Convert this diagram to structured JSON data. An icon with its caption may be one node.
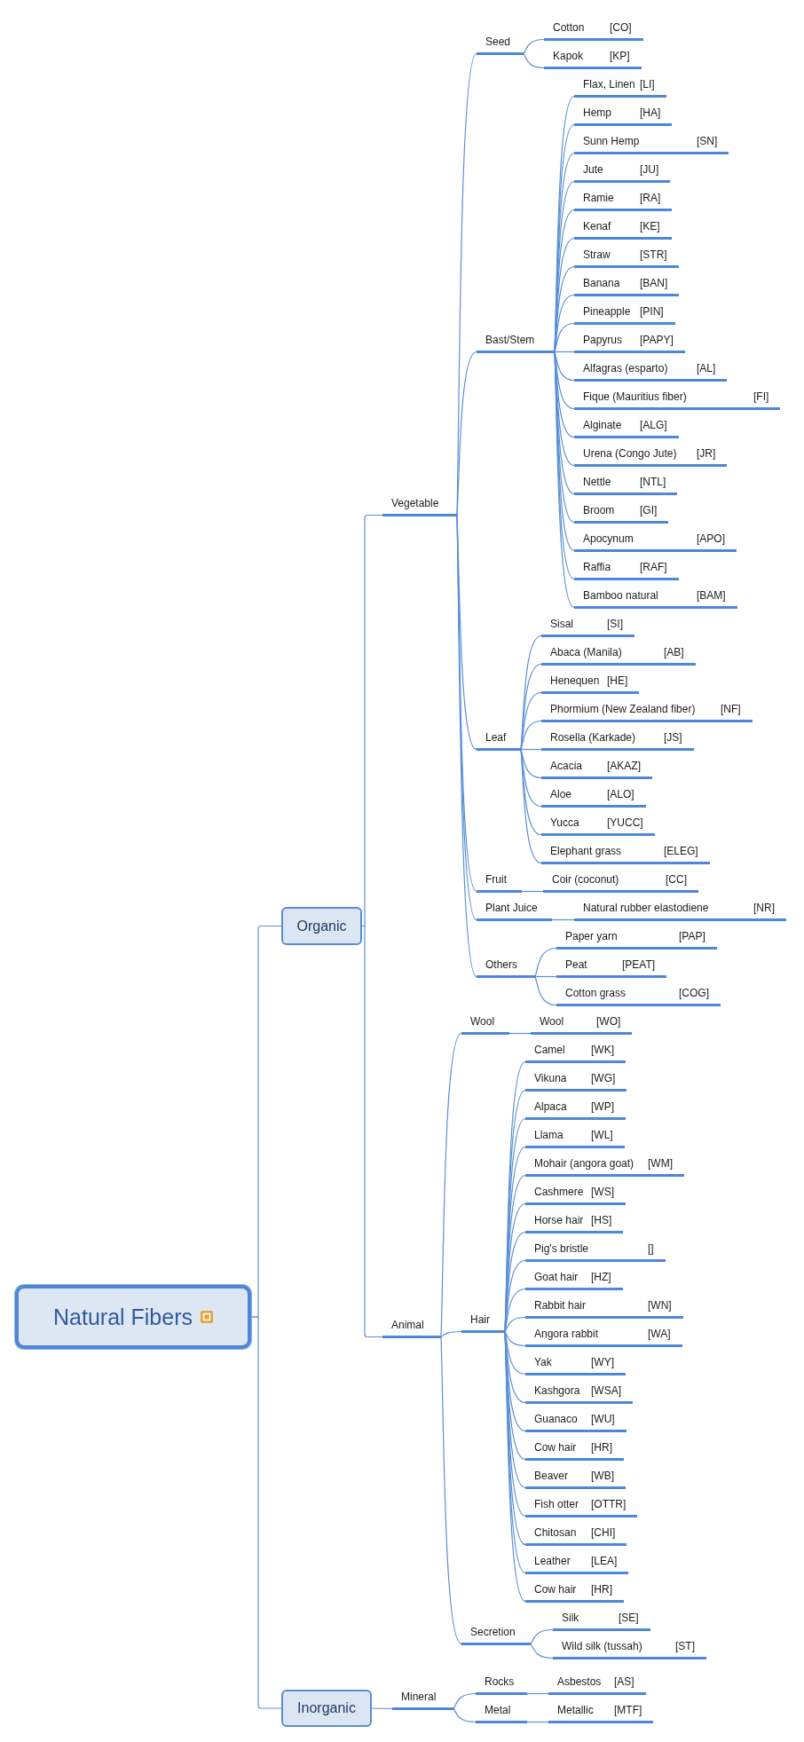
{
  "diagram": {
    "nodes": [
      {
        "text": [
          "Natural Fibers"
        ]
      },
      {
        "text": [
          "Organic"
        ]
      },
      {
        "text": [
          "Vegetable"
        ]
      },
      {
        "text": [
          "Seed"
        ]
      },
      {
        "text": [
          "Cotton",
          "[CO]"
        ]
      },
      {
        "text": [
          "Kapok",
          "[KP]"
        ]
      },
      {
        "text": [
          "Bast/Stem"
        ]
      },
      {
        "text": [
          "Flax, Linen",
          "[LI]"
        ]
      },
      {
        "text": [
          "Hemp",
          "[HA]"
        ]
      },
      {
        "text": [
          "Sunn Hemp",
          "[SN]"
        ]
      },
      {
        "text": [
          "Jute",
          "[JU]"
        ]
      },
      {
        "text": [
          "Ramie",
          "[RA]"
        ]
      },
      {
        "text": [
          "Kenaf",
          "[KE]"
        ]
      },
      {
        "text": [
          "Straw",
          "[STR]"
        ]
      },
      {
        "text": [
          "Banana",
          "[BAN]"
        ]
      },
      {
        "text": [
          "Pineapple",
          "[PIN]"
        ]
      },
      {
        "text": [
          "Papyrus",
          "[PAPY]"
        ]
      },
      {
        "text": [
          "Alfagras (esparto)",
          "[AL]"
        ]
      },
      {
        "text": [
          "Fique (Mauritius fiber)",
          "[FI]"
        ]
      },
      {
        "text": [
          "Alginate",
          "[ALG]"
        ]
      },
      {
        "text": [
          "Urena (Congo Jute)",
          "[JR]"
        ]
      },
      {
        "text": [
          "Nettle",
          "[NTL]"
        ]
      },
      {
        "text": [
          "Broom",
          "[GI]"
        ]
      },
      {
        "text": [
          "Apocynum",
          "[APO]"
        ]
      },
      {
        "text": [
          "Raffia",
          "[RAF]"
        ]
      },
      {
        "text": [
          "Bamboo natural",
          "[BAM]"
        ]
      },
      {
        "text": [
          "Leaf"
        ]
      },
      {
        "text": [
          "Sisal",
          "[SI]"
        ]
      },
      {
        "text": [
          "Abaca (Manila)",
          "[AB]"
        ]
      },
      {
        "text": [
          "Henequen",
          "[HE]"
        ]
      },
      {
        "text": [
          "Phormium (New Zealand fiber)",
          "[NF]"
        ]
      },
      {
        "text": [
          "Rosella (Karkade)",
          "[JS]"
        ]
      },
      {
        "text": [
          "Acacia",
          "[AKAZ]"
        ]
      },
      {
        "text": [
          "Aloe",
          "[ALO]"
        ]
      },
      {
        "text": [
          "Yucca",
          "[YUCC]"
        ]
      },
      {
        "text": [
          "Elephant grass",
          "[ELEG]"
        ]
      },
      {
        "text": [
          "Fruit"
        ]
      },
      {
        "text": [
          "Coir (coconut)",
          "[CC]"
        ]
      },
      {
        "text": [
          "Plant Juice"
        ]
      },
      {
        "text": [
          "Natural rubber elastodiene",
          "[NR]"
        ]
      },
      {
        "text": [
          "Others"
        ]
      },
      {
        "text": [
          "Paper yarn",
          "[PAP]"
        ]
      },
      {
        "text": [
          "Peat",
          "[PEAT]"
        ]
      },
      {
        "text": [
          "Cotton grass",
          "[COG]"
        ]
      },
      {
        "text": [
          "Animal"
        ]
      },
      {
        "text": [
          "Wool"
        ]
      },
      {
        "text": [
          "Wool",
          "[WO]"
        ]
      },
      {
        "text": [
          "Hair"
        ]
      },
      {
        "text": [
          "Camel",
          "[WK]"
        ]
      },
      {
        "text": [
          "Vikuna",
          "[WG]"
        ]
      },
      {
        "text": [
          "Alpaca",
          "[WP]"
        ]
      },
      {
        "text": [
          "Llama",
          "[WL]"
        ]
      },
      {
        "text": [
          "Mohair (angora goat)",
          "[WM]"
        ]
      },
      {
        "text": [
          "Cashmere",
          "[WS]"
        ]
      },
      {
        "text": [
          "Horse hair",
          "[HS]"
        ]
      },
      {
        "text": [
          "Pig's bristle",
          "[]"
        ]
      },
      {
        "text": [
          "Goat hair",
          "[HZ]"
        ]
      },
      {
        "text": [
          "Rabbit hair",
          "[WN]"
        ]
      },
      {
        "text": [
          "Angora rabbit",
          "[WA]"
        ]
      },
      {
        "text": [
          "Yak",
          "[WY]"
        ]
      },
      {
        "text": [
          "Kashgora",
          "[WSA]"
        ]
      },
      {
        "text": [
          "Guanaco",
          "[WU]"
        ]
      },
      {
        "text": [
          "Cow hair",
          "[HR]"
        ]
      },
      {
        "text": [
          "Beaver",
          "[WB]"
        ]
      },
      {
        "text": [
          "Fish otter",
          "[OTTR]"
        ]
      },
      {
        "text": [
          "Chitosan",
          "[CHI]"
        ]
      },
      {
        "text": [
          "Leather",
          "[LEA]"
        ]
      },
      {
        "text": [
          "Cow hair",
          "[HR]"
        ]
      },
      {
        "text": [
          "Secretion"
        ]
      },
      {
        "text": [
          "Silk",
          "[SE]"
        ]
      },
      {
        "text": [
          "Wild silk (tussah)",
          "[ST]"
        ]
      },
      {
        "text": [
          "Inorganic"
        ]
      },
      {
        "text": [
          "Mineral"
        ]
      },
      {
        "text": [
          "Rocks"
        ]
      },
      {
        "text": [
          "Asbestos",
          "[AS]"
        ]
      },
      {
        "text": [
          "Metal"
        ]
      },
      {
        "text": [
          "Metallic",
          "[MTF]"
        ]
      }
    ],
    "edges": [
      {
        "from": 0,
        "to": 1,
        "arrow": "none"
      },
      {
        "from": 1,
        "to": 2,
        "arrow": "none"
      },
      {
        "from": 2,
        "to": 3,
        "arrow": "none"
      },
      {
        "from": 3,
        "to": 4,
        "arrow": "none"
      },
      {
        "from": 3,
        "to": 5,
        "arrow": "none"
      },
      {
        "from": 2,
        "to": 6,
        "arrow": "none"
      },
      {
        "from": 6,
        "to": 7,
        "arrow": "none"
      },
      {
        "from": 6,
        "to": 8,
        "arrow": "none"
      },
      {
        "from": 6,
        "to": 9,
        "arrow": "none"
      },
      {
        "from": 6,
        "to": 10,
        "arrow": "none"
      },
      {
        "from": 6,
        "to": 11,
        "arrow": "none"
      },
      {
        "from": 6,
        "to": 12,
        "arrow": "none"
      },
      {
        "from": 6,
        "to": 13,
        "arrow": "none"
      },
      {
        "from": 6,
        "to": 14,
        "arrow": "none"
      },
      {
        "from": 6,
        "to": 15,
        "arrow": "none"
      },
      {
        "from": 6,
        "to": 16,
        "arrow": "none"
      },
      {
        "from": 6,
        "to": 17,
        "arrow": "none"
      },
      {
        "from": 6,
        "to": 18,
        "arrow": "none"
      },
      {
        "from": 6,
        "to": 19,
        "arrow": "none"
      },
      {
        "from": 6,
        "to": 20,
        "arrow": "none"
      },
      {
        "from": 6,
        "to": 21,
        "arrow": "none"
      },
      {
        "from": 6,
        "to": 22,
        "arrow": "none"
      },
      {
        "from": 6,
        "to": 23,
        "arrow": "none"
      },
      {
        "from": 6,
        "to": 24,
        "arrow": "none"
      },
      {
        "from": 6,
        "to": 25,
        "arrow": "none"
      },
      {
        "from": 2,
        "to": 26,
        "arrow": "none"
      },
      {
        "from": 26,
        "to": 27,
        "arrow": "none"
      },
      {
        "from": 26,
        "to": 28,
        "arrow": "none"
      },
      {
        "from": 26,
        "to": 29,
        "arrow": "none"
      },
      {
        "from": 26,
        "to": 30,
        "arrow": "none"
      },
      {
        "from": 26,
        "to": 31,
        "arrow": "none"
      },
      {
        "from": 26,
        "to": 32,
        "arrow": "none"
      },
      {
        "from": 26,
        "to": 33,
        "arrow": "none"
      },
      {
        "from": 26,
        "to": 34,
        "arrow": "none"
      },
      {
        "from": 26,
        "to": 35,
        "arrow": "none"
      },
      {
        "from": 2,
        "to": 36,
        "arrow": "none"
      },
      {
        "from": 36,
        "to": 37,
        "arrow": "none"
      },
      {
        "from": 2,
        "to": 38,
        "arrow": "none"
      },
      {
        "from": 38,
        "to": 39,
        "arrow": "none"
      },
      {
        "from": 2,
        "to": 40,
        "arrow": "none"
      },
      {
        "from": 40,
        "to": 41,
        "arrow": "none"
      },
      {
        "from": 40,
        "to": 42,
        "arrow": "none"
      },
      {
        "from": 40,
        "to": 43,
        "arrow": "none"
      },
      {
        "from": 1,
        "to": 44,
        "arrow": "none"
      },
      {
        "from": 44,
        "to": 45,
        "arrow": "none"
      },
      {
        "from": 45,
        "to": 46,
        "arrow": "none"
      },
      {
        "from": 44,
        "to": 47,
        "arrow": "none"
      },
      {
        "from": 47,
        "to": 48,
        "arrow": "none"
      },
      {
        "from": 47,
        "to": 49,
        "arrow": "none"
      },
      {
        "from": 47,
        "to": 50,
        "arrow": "none"
      },
      {
        "from": 47,
        "to": 51,
        "arrow": "none"
      },
      {
        "from": 47,
        "to": 52,
        "arrow": "none"
      },
      {
        "from": 47,
        "to": 53,
        "arrow": "none"
      },
      {
        "from": 47,
        "to": 54,
        "arrow": "none"
      },
      {
        "from": 47,
        "to": 55,
        "arrow": "none"
      },
      {
        "from": 47,
        "to": 56,
        "arrow": "none"
      },
      {
        "from": 47,
        "to": 57,
        "arrow": "none"
      },
      {
        "from": 47,
        "to": 58,
        "arrow": "none"
      },
      {
        "from": 47,
        "to": 59,
        "arrow": "none"
      },
      {
        "from": 47,
        "to": 60,
        "arrow": "none"
      },
      {
        "from": 47,
        "to": 61,
        "arrow": "none"
      },
      {
        "from": 47,
        "to": 62,
        "arrow": "none"
      },
      {
        "from": 47,
        "to": 63,
        "arrow": "none"
      },
      {
        "from": 47,
        "to": 64,
        "arrow": "none"
      },
      {
        "from": 47,
        "to": 65,
        "arrow": "none"
      },
      {
        "from": 47,
        "to": 66,
        "arrow": "none"
      },
      {
        "from": 47,
        "to": 67,
        "arrow": "none"
      },
      {
        "from": 44,
        "to": 68,
        "arrow": "none"
      },
      {
        "from": 68,
        "to": 69,
        "arrow": "none"
      },
      {
        "from": 68,
        "to": 70,
        "arrow": "none"
      },
      {
        "from": 0,
        "to": 71,
        "arrow": "none"
      },
      {
        "from": 71,
        "to": 72,
        "arrow": "none"
      },
      {
        "from": 72,
        "to": 73,
        "arrow": "none"
      },
      {
        "from": 73,
        "to": 74,
        "arrow": "none"
      },
      {
        "from": 72,
        "to": 75,
        "arrow": "none"
      },
      {
        "from": 75,
        "to": 76,
        "arrow": "none"
      }
    ]
  }
}
